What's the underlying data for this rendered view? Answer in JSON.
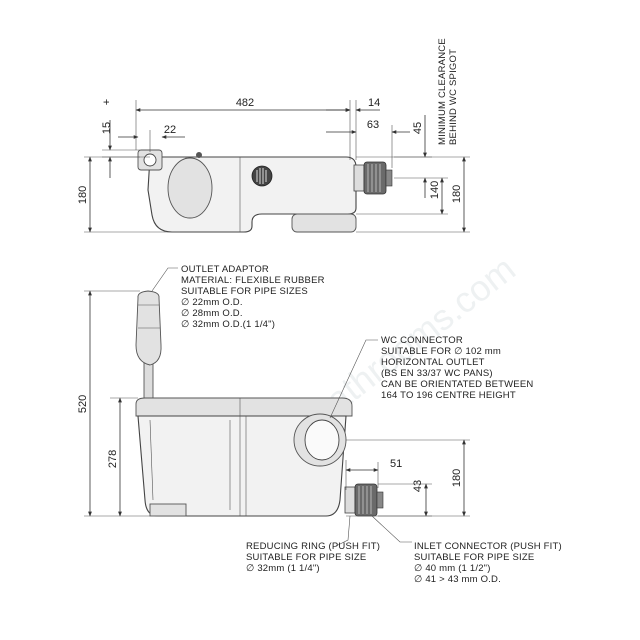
{
  "watermark": "idealbathrooms.com",
  "dimensions": {
    "width_total": "482",
    "spigot_offset": "14",
    "depth_offset": "63",
    "adaptor_offset": "22",
    "top_offset": "15",
    "plus": "+",
    "clearance_45": "45",
    "height_180_top_left": "180",
    "height_140": "140",
    "height_180_top_right": "180",
    "height_520": "520",
    "height_278": "278",
    "offset_51": "51",
    "height_43": "43",
    "height_180_bottom": "180"
  },
  "notes": {
    "min_clearance": [
      "MINIMUM CLEARANCE",
      "BEHIND WC SPIGOT"
    ],
    "outlet_adaptor": [
      "OUTLET ADAPTOR",
      "MATERIAL: FLEXIBLE RUBBER",
      "SUITABLE FOR PIPE SIZES",
      "∅ 22mm O.D.",
      "∅ 28mm O.D.",
      "∅ 32mm O.D.(1 1/4\")"
    ],
    "wc_connector": [
      "WC CONNECTOR",
      "SUITABLE FOR ∅ 102 mm",
      "HORIZONTAL OUTLET",
      "(BS EN 33/37 WC PANS)",
      "CAN BE ORIENTATED BETWEEN",
      "164 TO 196 CENTRE HEIGHT"
    ],
    "reducing_ring": [
      "REDUCING RING (PUSH FIT)",
      "SUITABLE FOR PIPE SIZE",
      "∅ 32mm (1 1/4\")"
    ],
    "inlet_connector": [
      "INLET CONNECTOR (PUSH FIT)",
      "SUITABLE FOR PIPE SIZE",
      "∅ 40 mm (1 1/2\")",
      "∅ 41 > 43 mm O.D."
    ]
  }
}
